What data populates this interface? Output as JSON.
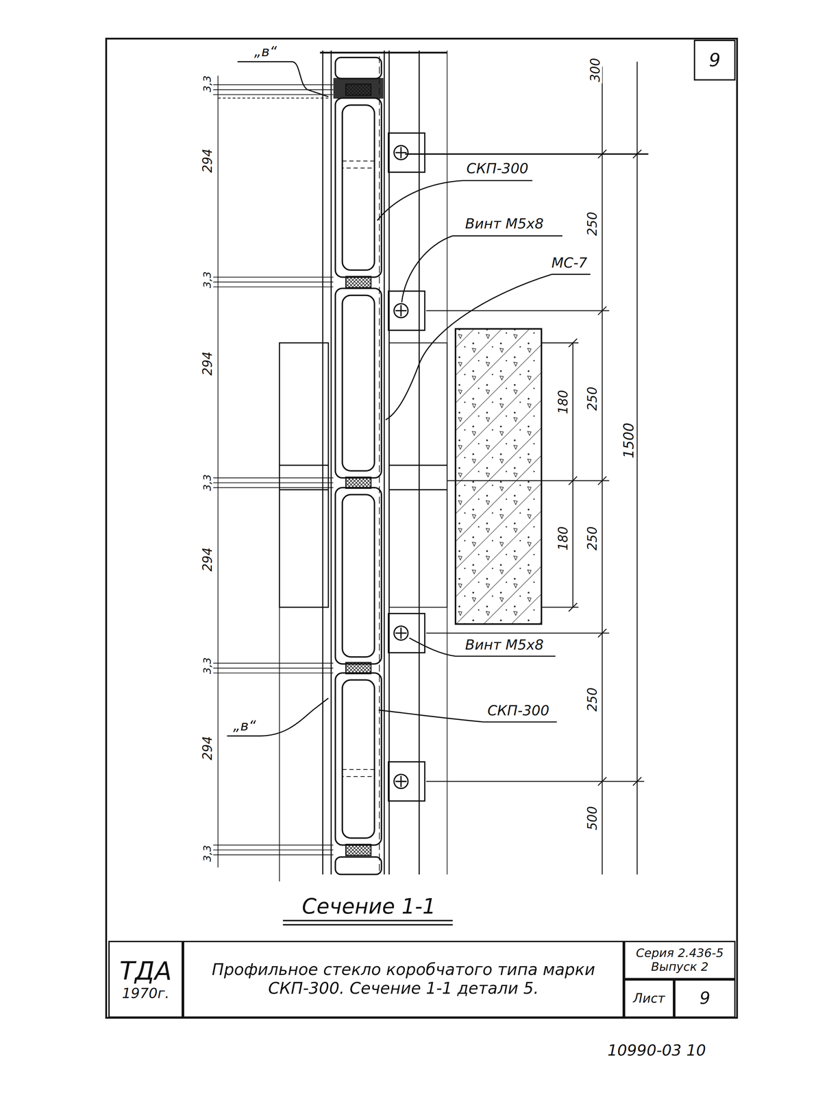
{
  "diagram": {
    "caption": "Сечение 1-1",
    "nodes": [
      {
        "text": [
          "9"
        ]
      },
      {
        "text": [
          "ТДА",
          "1970г."
        ]
      },
      {
        "text": [
          "Профильное стекло коробчатого типа марки СКП-300. Сечение 1-1 детали 5."
        ]
      },
      {
        "text": [
          "Серия 2.436-5 Выпуск 2"
        ]
      },
      {
        "text": [
          "Лист"
        ]
      },
      {
        "text": [
          "9"
        ]
      }
    ],
    "labels": [
      "„в“",
      "3,3",
      "294",
      "3,3",
      "294",
      "3,3",
      "294",
      "3,3",
      "294",
      "3,3",
      "300",
      "СКП-300",
      "250",
      "Винт М5х8",
      "МС-7",
      "180",
      "250",
      "1500",
      "180",
      "250",
      "Винт М5х8",
      "250",
      "СКП-300",
      "„в“",
      "500",
      "10990-03 10"
    ]
  }
}
